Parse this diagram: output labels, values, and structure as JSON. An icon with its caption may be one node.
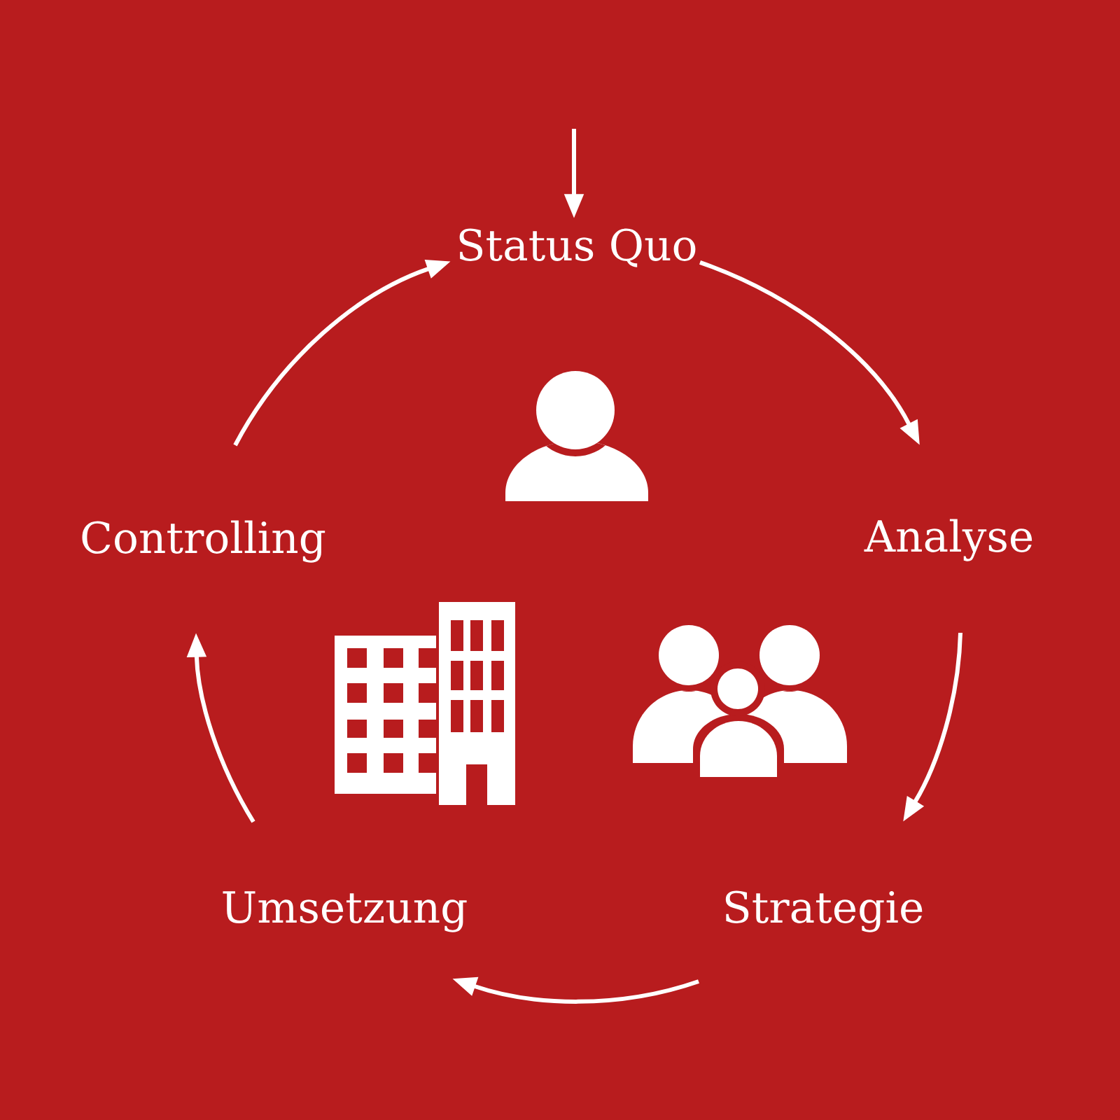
{
  "diagram": {
    "nodes": [
      {
        "text": [
          "Status Quo"
        ]
      },
      {
        "text": [
          "Analyse"
        ]
      },
      {
        "text": [
          "Strategie"
        ]
      },
      {
        "text": [
          "Umsetzung"
        ]
      },
      {
        "text": [
          "Controlling"
        ]
      }
    ],
    "edges": [
      {
        "from": null,
        "to": 0,
        "arrow": "to"
      },
      {
        "from": 0,
        "to": 1,
        "arrow": "to"
      },
      {
        "from": 1,
        "to": 2,
        "arrow": "to"
      },
      {
        "from": 2,
        "to": 3,
        "arrow": "to"
      },
      {
        "from": 3,
        "to": 4,
        "arrow": "to"
      },
      {
        "from": 4,
        "to": 0,
        "arrow": "to"
      }
    ]
  }
}
